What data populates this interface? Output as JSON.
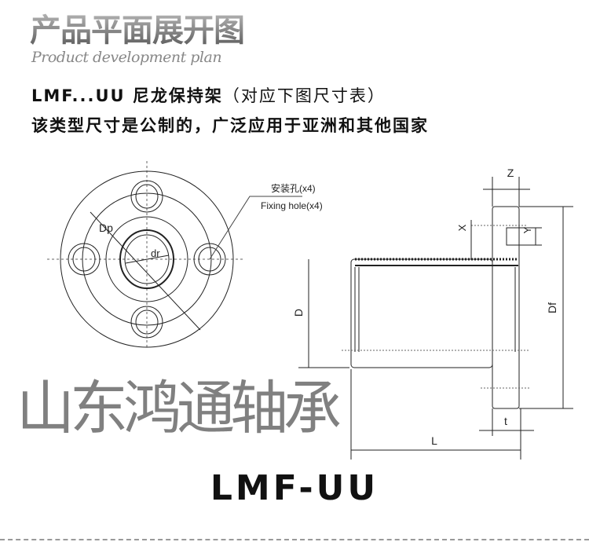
{
  "header": {
    "title_cn": "产品平面展开图",
    "title_en": "Product development plan"
  },
  "description": {
    "line1_model": "LMF...UU 尼龙保持架",
    "line1_note": "（对应下图尺寸表）",
    "line2": "该类型尺寸是公制的，广泛应用于亚洲和其他国家"
  },
  "diagram": {
    "hole_label_cn": "安装孔(x4)",
    "hole_label_en": "Fixing hole(x4)",
    "dim_dp": "Dp",
    "dim_dr": "dr",
    "dim_z": "Z",
    "dim_x": "X",
    "dim_y": "Y",
    "dim_d": "D",
    "dim_df": "Df",
    "dim_t": "t",
    "dim_l": "L",
    "watermark": "山东鸿通轴承"
  },
  "footer": {
    "model": "LMF-UU"
  }
}
